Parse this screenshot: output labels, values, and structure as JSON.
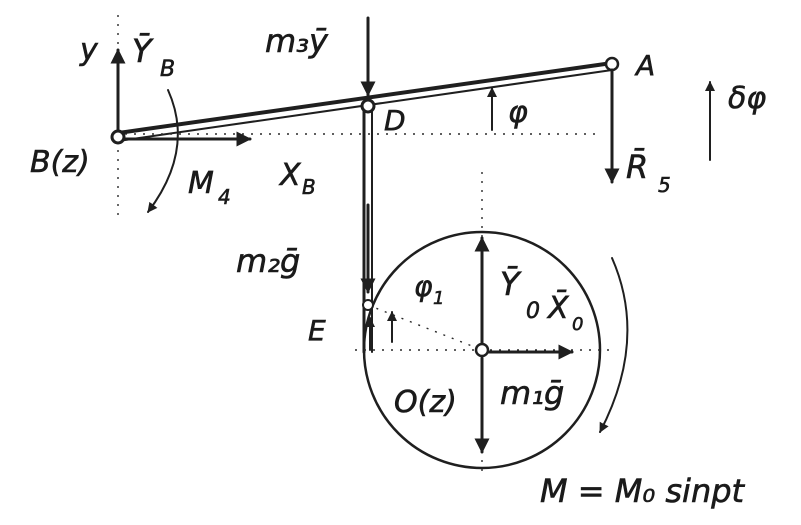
{
  "labels": {
    "y_axis": "y",
    "reaction_yb": "Ȳ",
    "reaction_yb_sub": "B",
    "weight_3": "m₃ȳ",
    "point_a": "A",
    "angle_phi": "φ",
    "virtual_angle": "δφ",
    "point_d": "D",
    "point_b": "B(z)",
    "moment_m4": "M",
    "moment_m4_sub": "4",
    "reaction_xb": "X",
    "reaction_xb_sub": "B",
    "force_r5": "R̄",
    "force_r5_sub": "5",
    "weight_2": "m₂ḡ",
    "angle_phi1": "φ",
    "angle_phi1_sub": "1",
    "reaction_y0": "Ȳ",
    "reaction_y0_sub": "0",
    "reaction_x0": "X̄",
    "reaction_x0_sub": "0",
    "point_e": "E",
    "point_o": "O(z)",
    "weight_1": "m₁ḡ",
    "moment_law": "M = M₀ sinpt"
  }
}
